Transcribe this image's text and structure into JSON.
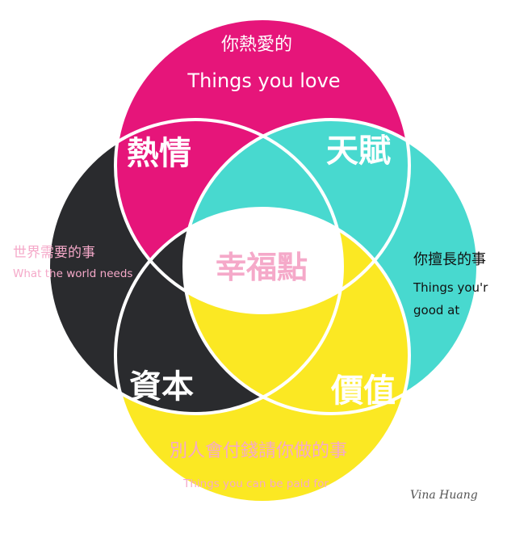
{
  "colors": {
    "love_circle": "#e6157a",
    "good_at_circle": "#48d9cf",
    "world_needs_circle": "#2a2b2e",
    "paid_for_circle": "#fbe823",
    "center_region": "#ffffff",
    "outline": "#ffffff",
    "text_white": "#ffffff",
    "text_dark": "#111111",
    "text_pink": "#f5a9c9",
    "text_signature": "#555555"
  },
  "circles": {
    "top": {
      "title_zh": "你熱愛的",
      "title_en": "Things you love"
    },
    "right": {
      "title_zh": "你擅長的事",
      "title_en_line1": "Things you'r",
      "title_en_line2": "good at"
    },
    "left": {
      "title_zh": "世界需要的事",
      "title_en": "What the world needs"
    },
    "bottom": {
      "title_zh": "別人會付錢請你做的事",
      "title_en": "Things you can be paid for"
    }
  },
  "overlaps": {
    "passion": "熱情",
    "talent": "天賦",
    "capital": "資本",
    "value": "價值",
    "center": "幸福點"
  },
  "signature": "Vina Huang"
}
